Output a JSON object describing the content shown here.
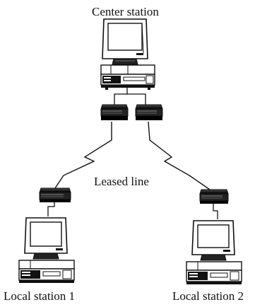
{
  "labels": {
    "center_station": "Center station",
    "leased_line": "Leased line",
    "local_station_1": "Local station 1",
    "local_station_2": "Local station 2"
  },
  "colors": {
    "ink": "#111111",
    "screen": "#ffffff",
    "paper": "#ffffff"
  }
}
